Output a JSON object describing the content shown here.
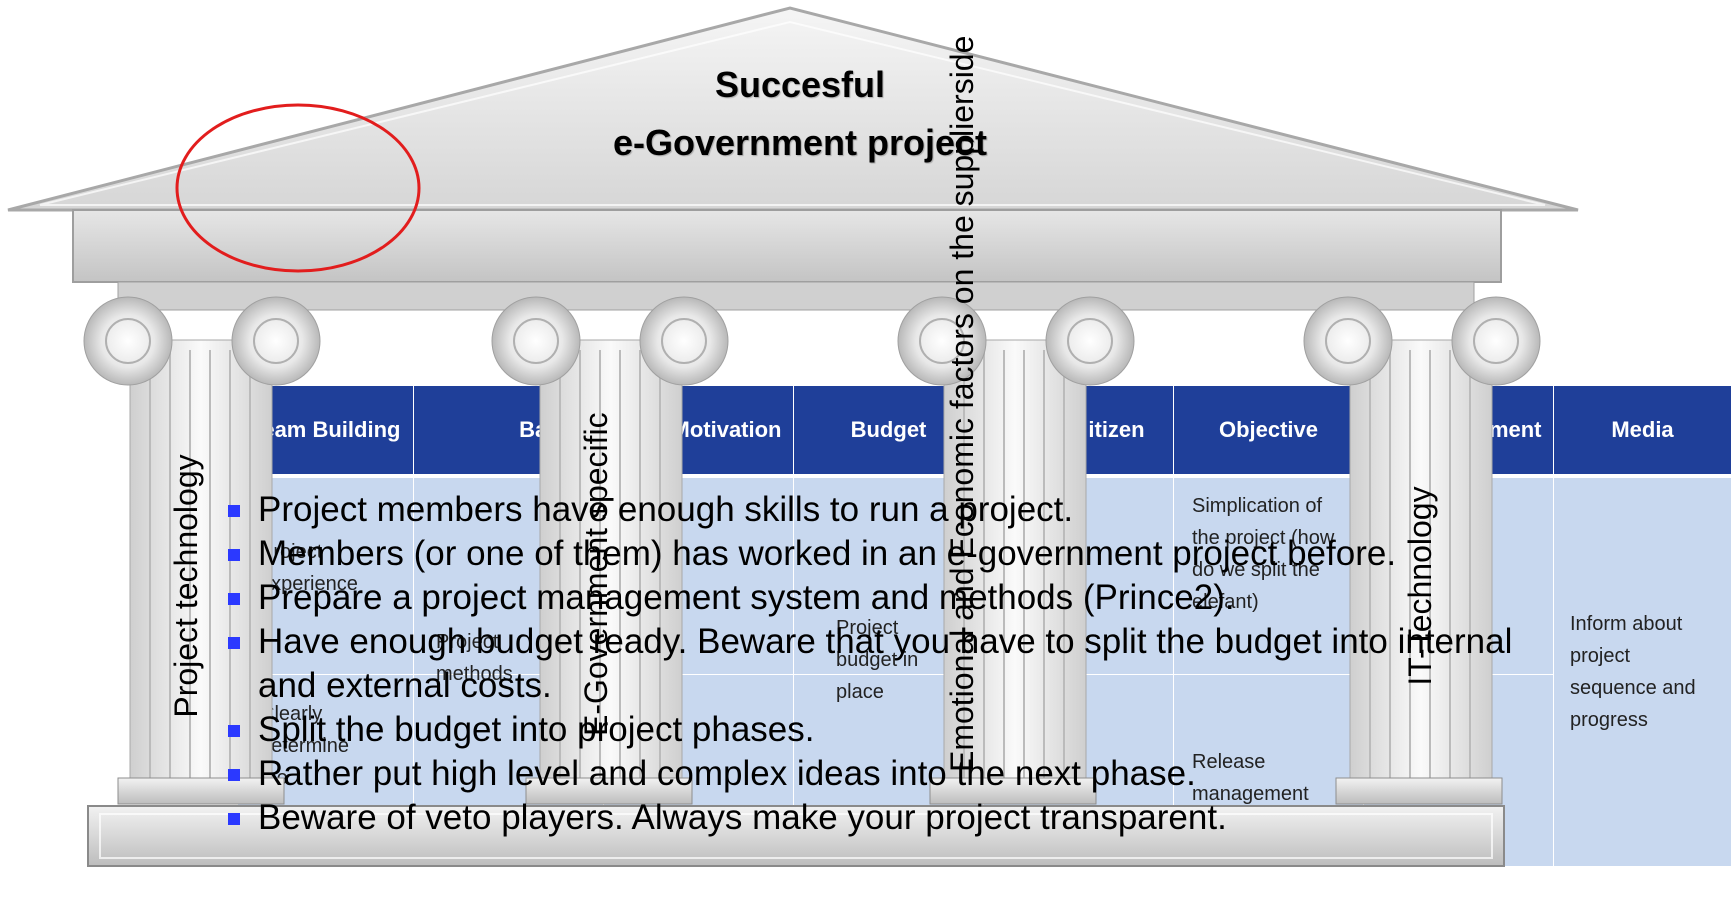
{
  "title": {
    "line1": "Succesful",
    "line2": "e-Government project"
  },
  "columns": [
    "Team Building",
    "Basis",
    "Motivation",
    "Budget",
    "Citizen",
    "Objective",
    "nment",
    "Media"
  ],
  "column_partial": {
    "basis": "Basis",
    "motivation": "Motivation",
    "citizen": "itizen",
    "government": "nment"
  },
  "cell_texts": {
    "team_building_1": "Project experience",
    "team_building_2": "Clearly determine the",
    "basis": "Project methods",
    "budget": "Project budget in place",
    "objective_1": "Simplication of the project (how do we split the elefant)",
    "objective_2": "Release management",
    "media": "Inform about project sequence and progress"
  },
  "pillars": {
    "p1": "Project technology",
    "p2": "E-Government specific",
    "p3": "Emotional and Economic factors on the supplierside",
    "p4": "IT-Technology"
  },
  "bullets": [
    "Project members have enough skills to run a project.",
    "Members (or one of them) has worked in an e-government project before.",
    "Prepare a project management system and methods (Prince2).",
    "Have enough budget ready. Beware that you have to split the budget into internal and external costs.",
    "Split the budget into project phases.",
    "Rather put high level and complex ideas into the next phase.",
    "Beware of veto players. Always make your project transparent."
  ],
  "colors": {
    "header": "#1f3f99",
    "cell": "#c8d8ef",
    "bullet": "#2b39ff",
    "circle": "#e21d1d"
  }
}
